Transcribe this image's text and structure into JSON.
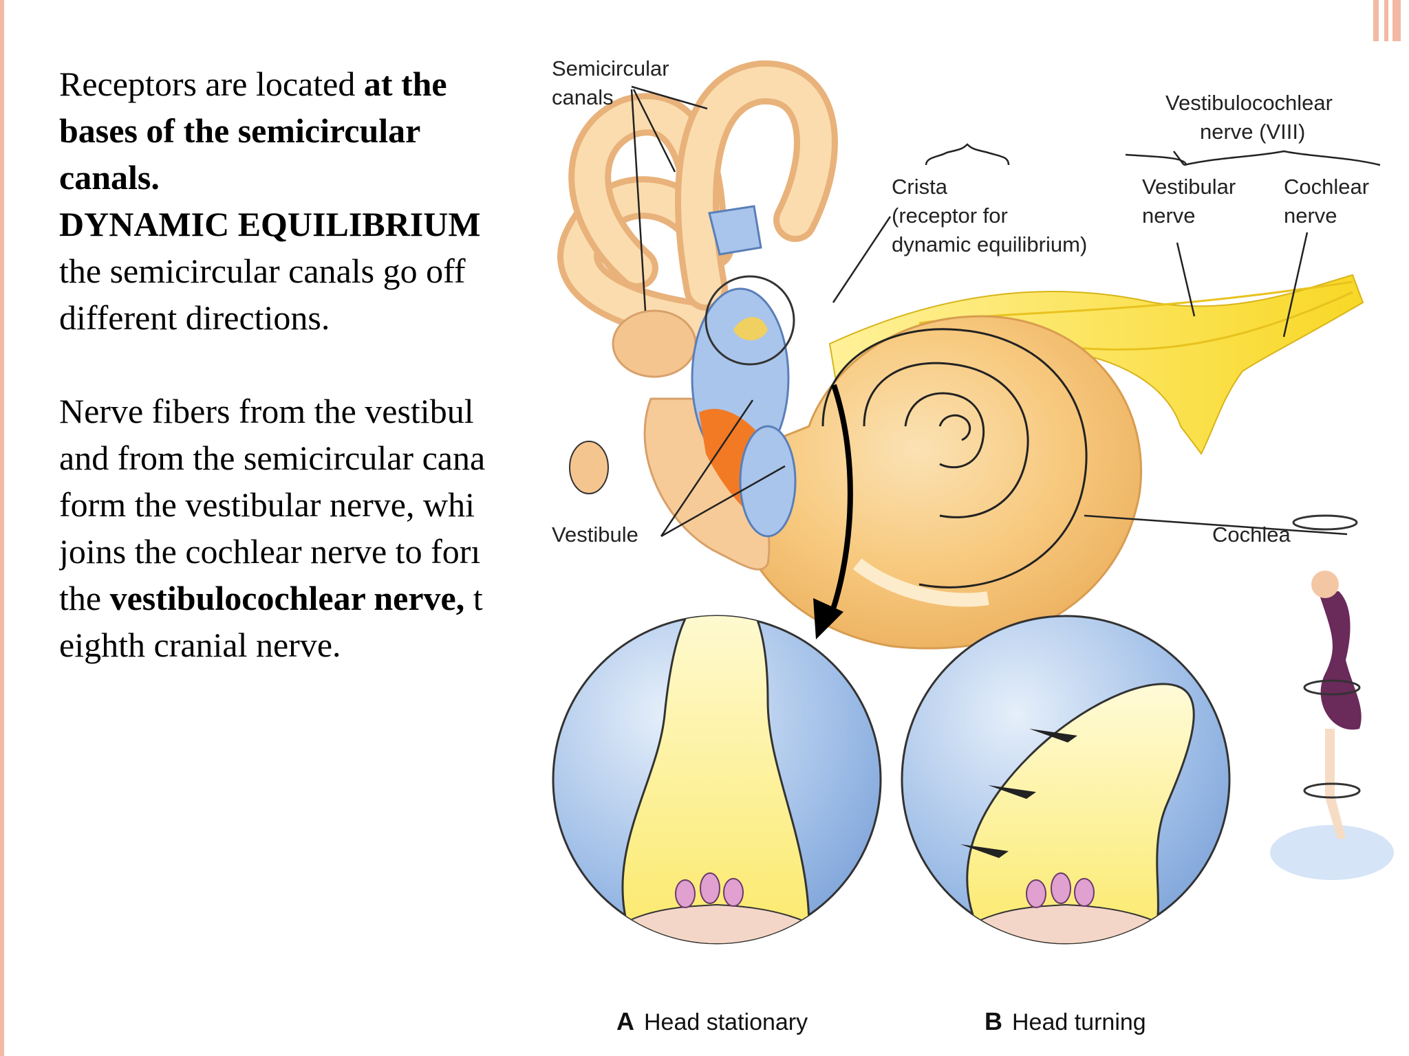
{
  "slide": {
    "lines": [
      {
        "runs": [
          {
            "t": "Receptors are located ",
            "b": false
          },
          {
            "t": "at the",
            "b": true
          }
        ]
      },
      {
        "runs": [
          {
            "t": "bases of the semicircular",
            "b": true
          }
        ]
      },
      {
        "runs": [
          {
            "t": "canals.",
            "b": true
          }
        ]
      },
      {
        "runs": [
          {
            "t": "DYNAMIC EQUILIBRIUM",
            "b": true
          }
        ]
      },
      {
        "runs": [
          {
            "t": " the semicircular canals go off",
            "b": false
          }
        ]
      },
      {
        "runs": [
          {
            "t": "different directions.",
            "b": false
          }
        ]
      },
      {
        "gap": true
      },
      {
        "runs": [
          {
            "t": "Nerve fibers from the vestibul",
            "b": false
          }
        ]
      },
      {
        "runs": [
          {
            "t": "and from the semicircular cana",
            "b": false
          }
        ]
      },
      {
        "runs": [
          {
            "t": "form the vestibular nerve, whi",
            "b": false
          }
        ]
      },
      {
        "runs": [
          {
            "t": "joins the cochlear nerve to forı",
            "b": false
          }
        ]
      },
      {
        "runs": [
          {
            "t": "the ",
            "b": false
          },
          {
            "t": "vestibulocochlear nerve,",
            "b": true
          },
          {
            "t": " t",
            "b": false
          }
        ]
      },
      {
        "runs": [
          {
            "t": "eighth cranial nerve.",
            "b": false
          }
        ]
      }
    ]
  },
  "diagram": {
    "labels": {
      "semicircular_1": "Semicircular",
      "semicircular_2": "canals",
      "vestcoch_1": "Vestibulocochlear",
      "vestcoch_2": "nerve (VIII)",
      "crista_1": "Crista",
      "crista_2": "(receptor for",
      "crista_3": "dynamic equilibrium)",
      "vestibular_1": "Vestibular",
      "vestibular_2": "nerve",
      "cochlear_1": "Cochlear",
      "cochlear_2": "nerve",
      "vestibule": "Vestibule",
      "cochlea": "Cochlea"
    },
    "captions": {
      "a_letter": "A",
      "a_text": "Head stationary",
      "b_letter": "B",
      "b_text": "Head turning"
    }
  }
}
